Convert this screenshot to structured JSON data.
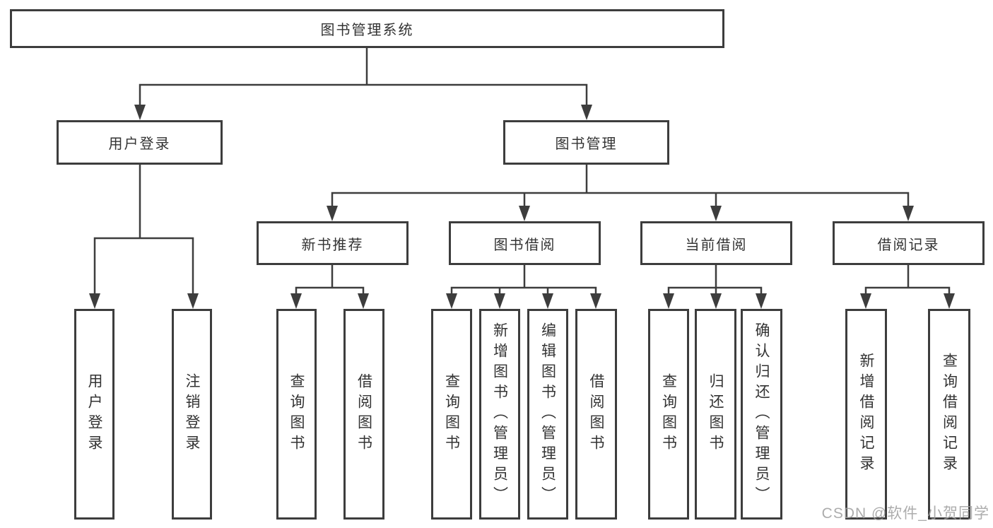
{
  "tree": {
    "root": {
      "label": "图书管理系统"
    },
    "children": [
      {
        "label": "用户登录",
        "children": [
          {
            "label": "用户登录"
          },
          {
            "label": "注销登录"
          }
        ]
      },
      {
        "label": "图书管理",
        "children": [
          {
            "label": "新书推荐",
            "children": [
              {
                "label": "查询图书"
              },
              {
                "label": "借阅图书"
              }
            ]
          },
          {
            "label": "图书借阅",
            "children": [
              {
                "label": "查询图书"
              },
              {
                "label": "新增图书（管理员）"
              },
              {
                "label": "编辑图书（管理员）"
              },
              {
                "label": "借阅图书"
              }
            ]
          },
          {
            "label": "当前借阅",
            "children": [
              {
                "label": "查询图书"
              },
              {
                "label": "归还图书"
              },
              {
                "label": "确认归还（管理员）"
              }
            ]
          },
          {
            "label": "借阅记录",
            "children": [
              {
                "label": "新增借阅记录"
              },
              {
                "label": "查询借阅记录"
              }
            ]
          }
        ]
      }
    ]
  },
  "watermark": "CSDN @软件_小贺同学",
  "colors": {
    "line": "#3d3d3d",
    "text": "#333333",
    "background": "#ffffff",
    "watermark": "#9e9e9e"
  }
}
